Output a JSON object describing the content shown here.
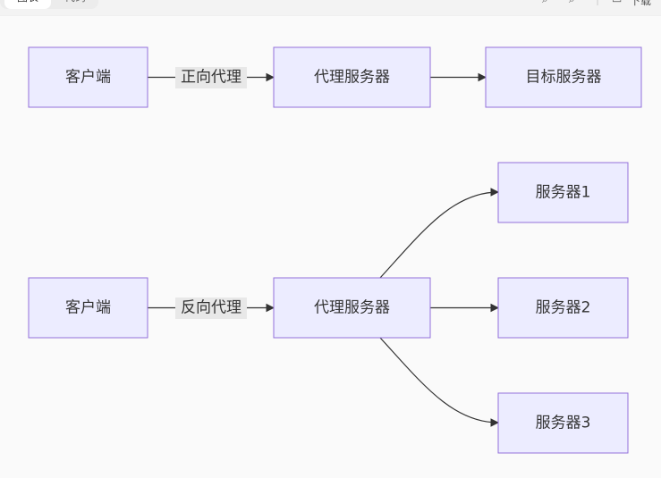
{
  "toolbar": {
    "tabs": [
      {
        "label": "图表",
        "active": true
      },
      {
        "label": "代码",
        "active": false
      }
    ],
    "download_label": "下载",
    "icons": [
      "zoom-in-icon",
      "zoom-out-icon",
      "download-icon"
    ]
  },
  "colors": {
    "node_fill": "#ececff",
    "node_stroke": "#9370db",
    "edge": "#333333",
    "edge_label_bg": "#e8e8e8"
  },
  "diagram": {
    "forward": {
      "client": "客户端",
      "edge_label": "正向代理",
      "proxy": "代理服务器",
      "target": "目标服务器"
    },
    "reverse": {
      "client": "客户端",
      "edge_label": "反向代理",
      "proxy": "代理服务器",
      "servers": [
        "服务器1",
        "服务器2",
        "服务器3"
      ]
    }
  }
}
